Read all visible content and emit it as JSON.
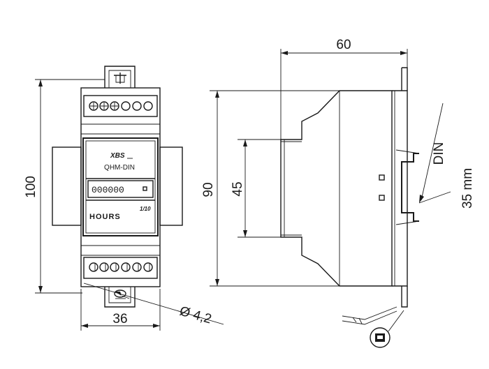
{
  "front_view": {
    "brand": "XBS",
    "model": "QHM-DIN",
    "counter_digits": "000000",
    "counter_unit_label": "HOURS",
    "counter_fraction": "1/10",
    "dim_height": "100",
    "dim_width": "36",
    "dim_hole": "Ø 4,2"
  },
  "side_view": {
    "dim_depth": "60",
    "dim_height": "90",
    "dim_front": "45",
    "rail_label": "DIN",
    "rail_width": "35 mm"
  }
}
